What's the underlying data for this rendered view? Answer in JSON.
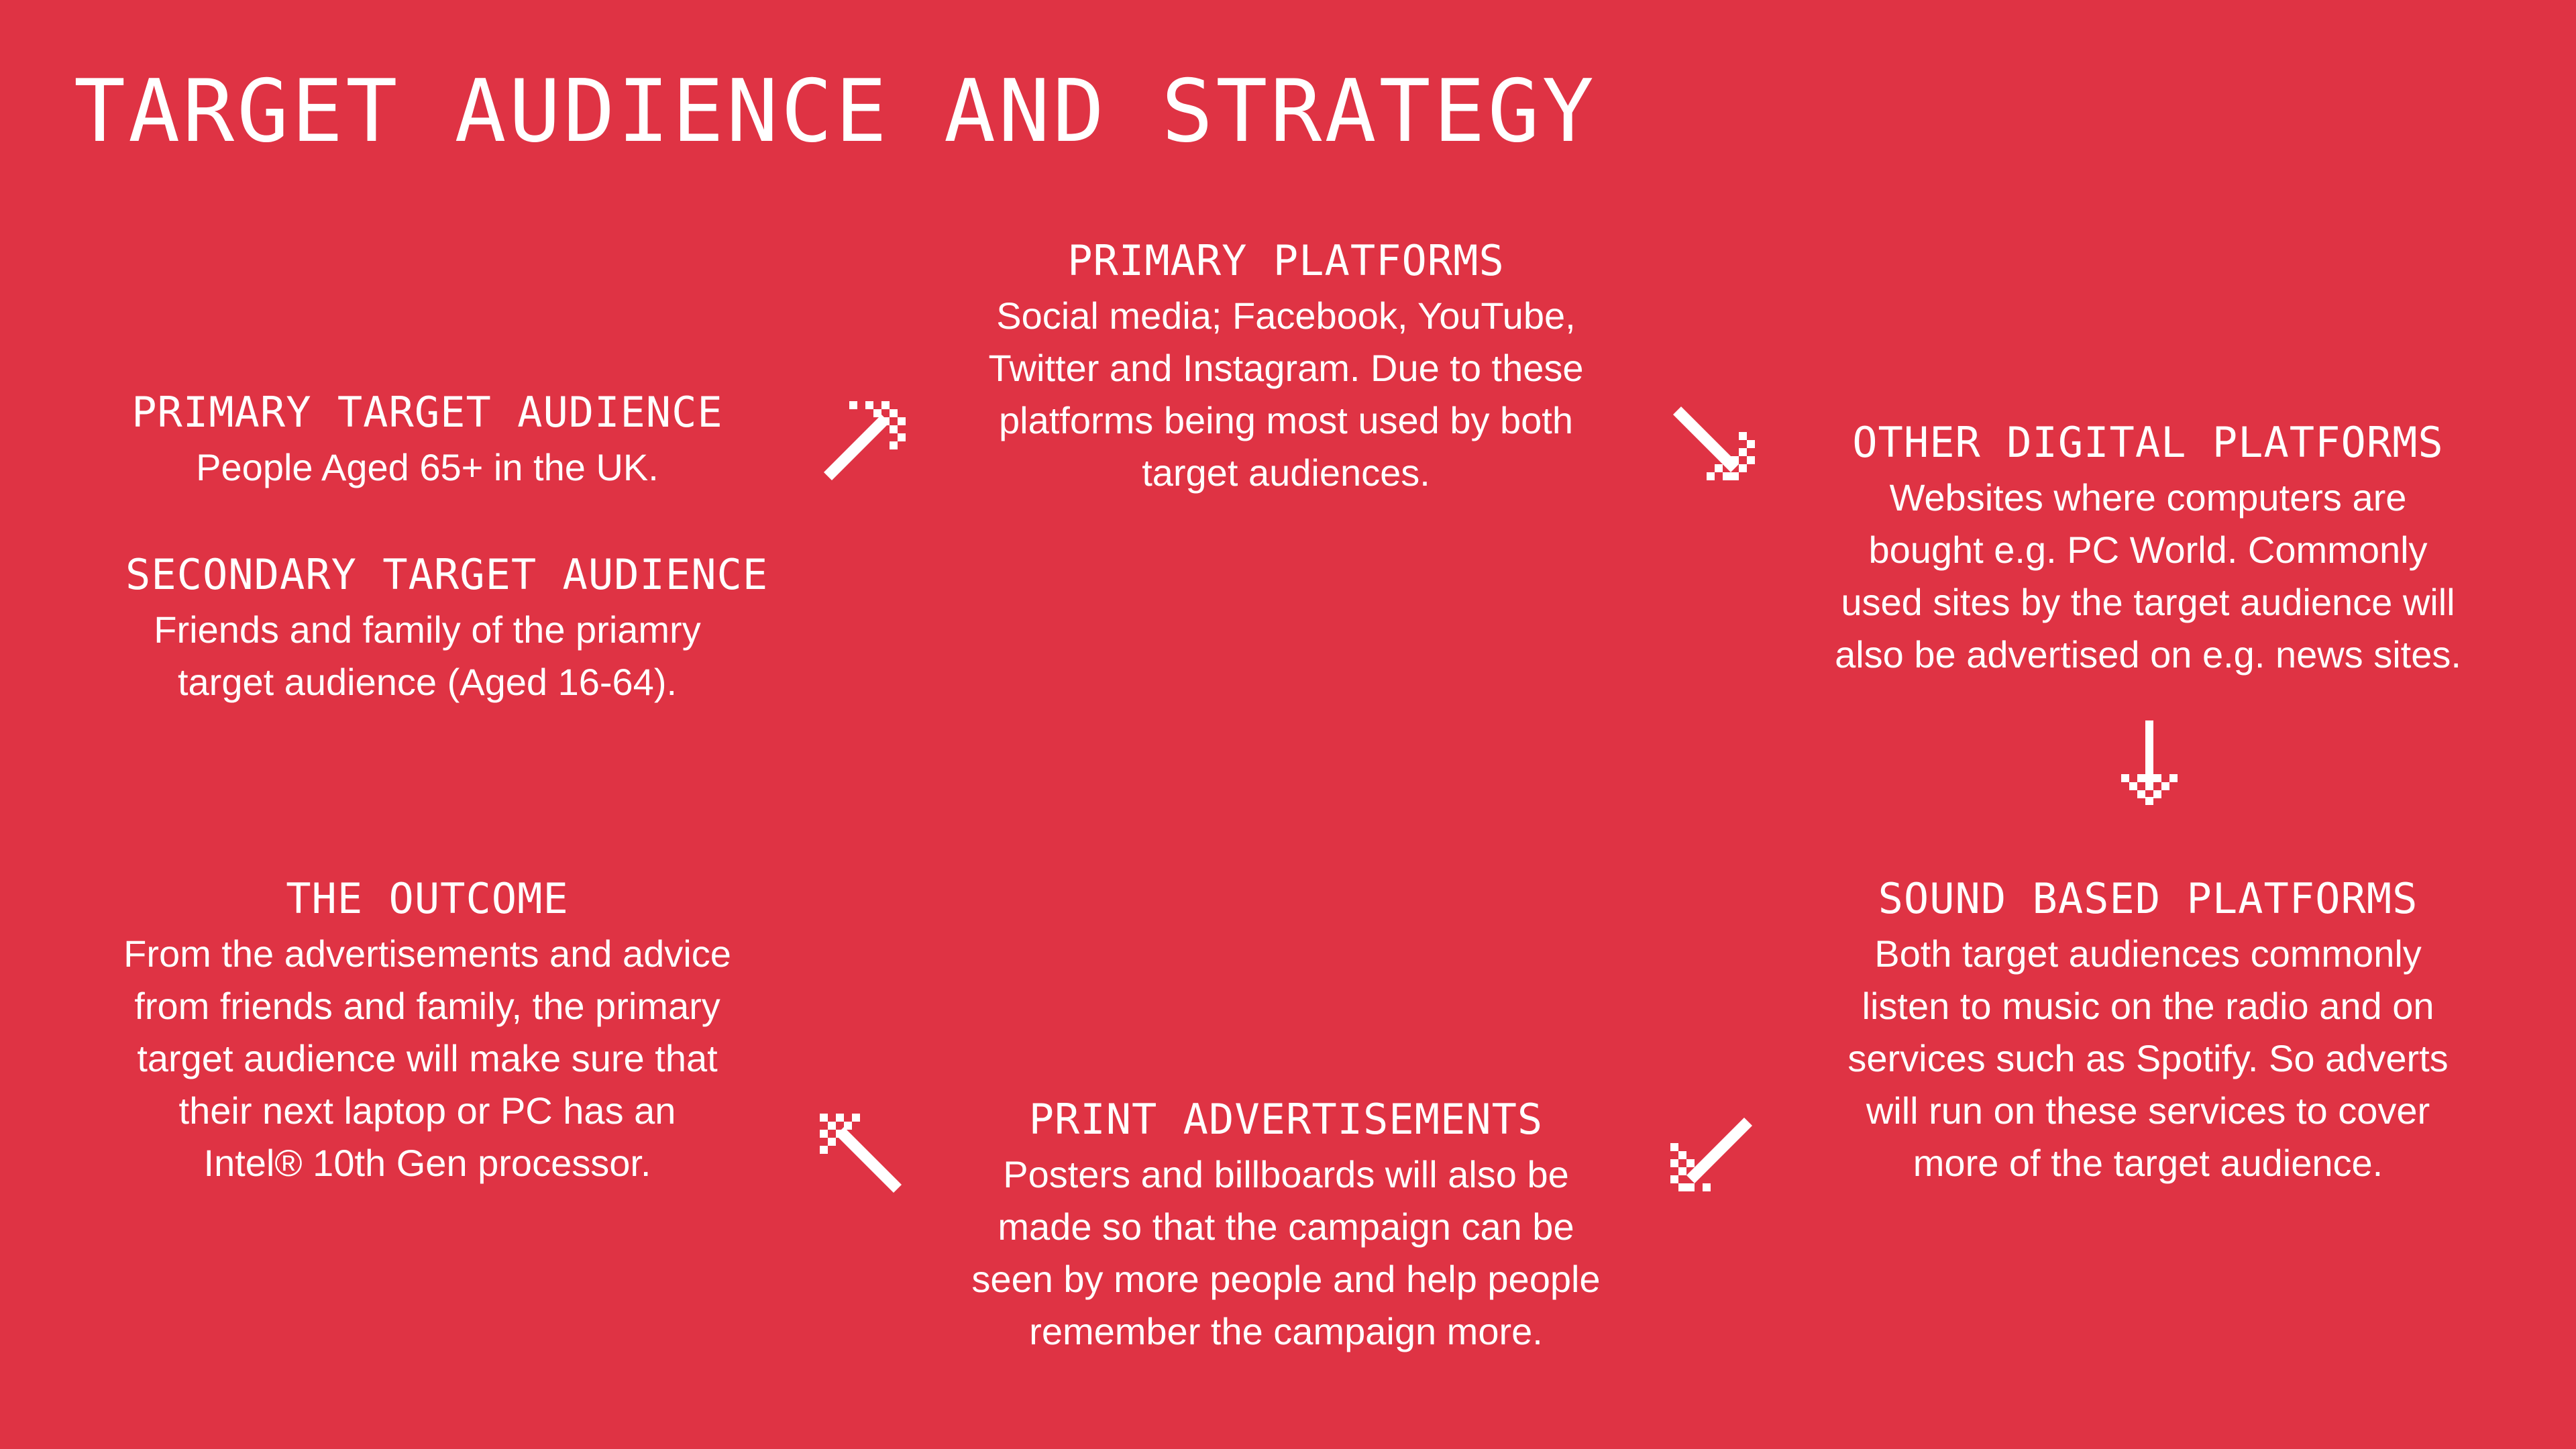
{
  "title": "TARGET AUDIENCE AND STRATEGY",
  "blocks": {
    "primary_target": {
      "heading": "PRIMARY TARGET AUDIENCE",
      "body": "People Aged 65+ in the UK."
    },
    "secondary_target": {
      "heading": "SECONDARY TARGET AUDIENCE",
      "body": "Friends and family of the priamry\ntarget audience (Aged 16-64)."
    },
    "primary_platforms": {
      "heading": "PRIMARY PLATFORMS",
      "body": "Social media; Facebook, YouTube,\nTwitter and Instagram. Due to these\nplatforms being most used by both\ntarget audiences."
    },
    "other_digital": {
      "heading": "OTHER DIGITAL PLATFORMS",
      "body": "Websites where computers are\nbought e.g. PC World. Commonly\nused sites by the target audience will\nalso be advertised on e.g. news sites."
    },
    "sound_based": {
      "heading": "SOUND BASED PLATFORMS",
      "body": "Both target audiences commonly\nlisten to music on the radio and on\nservices such as Spotify. So adverts\nwill run on these services to cover\nmore of the target audience."
    },
    "print": {
      "heading": "PRINT ADVERTISEMENTS",
      "body": "Posters and billboards will also be\nmade so that the campaign can be\nseen by more people and help people\nremember the campaign more."
    },
    "outcome": {
      "heading": "THE OUTCOME",
      "body": "From the advertisements and advice\nfrom friends and family, the primary\ntarget audience will make sure that\ntheir next laptop or PC has an\nIntel® 10th Gen processor."
    }
  },
  "icons": {
    "arrow_1": "arrow-up-right-icon",
    "arrow_2": "arrow-down-right-icon",
    "arrow_3": "arrow-down-icon",
    "arrow_4": "arrow-down-left-icon",
    "arrow_5": "arrow-up-left-icon"
  },
  "colors": {
    "background": "#df3344",
    "foreground": "#ffffff"
  }
}
